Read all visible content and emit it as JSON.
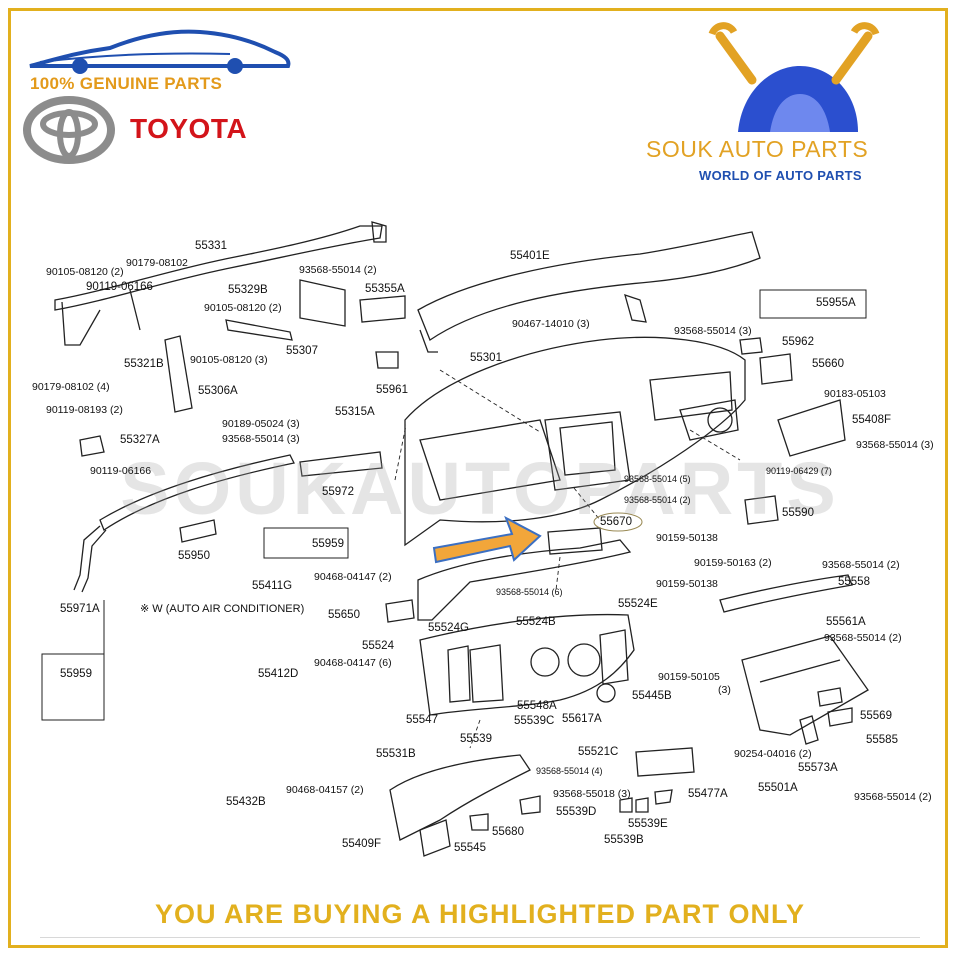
{
  "branding": {
    "genuine_label": "100% GENUINE PARTS",
    "toyota_label": "TOYOTA",
    "shop_name": "SOUK AUTO PARTS",
    "shop_tagline": "WORLD OF AUTO PARTS",
    "watermark": "SOUKAUTOPARTS",
    "footer": "YOU ARE BUYING A HIGHLIGHTED PART ONLY",
    "colors": {
      "gold": "#e2b01e",
      "toyota_red": "#d3141a",
      "shop_blue": "#1f4fb0",
      "arrow_orange": "#f2a63a"
    }
  },
  "diagram": {
    "highlighted_part": "55670",
    "note_label": "※ W (AUTO AIR CONDITIONER)",
    "labels": [
      "55331",
      "90105-08120 (2)",
      "90179-08102",
      "90119-06166",
      "55321B",
      "90179-08102 (4)",
      "90119-08193 (2)",
      "55306A",
      "55329B",
      "93568-55014 (2)",
      "90105-08120 (2)",
      "55307",
      "90105-08120 (3)",
      "55355A",
      "55961",
      "55315A",
      "90189-05024 (3)",
      "93568-55014 (3)",
      "55327A",
      "90119-06166",
      "55972",
      "55950",
      "55959",
      "55971A",
      "55959",
      "55401E",
      "90467-14010 (3)",
      "55301",
      "93568-55014 (3)",
      "55955A",
      "55962",
      "55660",
      "90183-05103",
      "55408F",
      "93568-55014 (3)",
      "90119-06429 (7)",
      "93568-55014 (5)",
      "93568-55014 (2)",
      "55590",
      "55670",
      "90159-50138",
      "90159-50163 (2)",
      "93568-55014 (2)",
      "55558",
      "90159-50138",
      "90468-04147 (2)",
      "55411G",
      "55650",
      "93568-55014 (6)",
      "55524E",
      "55561A",
      "93568-55014 (2)",
      "55524B",
      "55524",
      "55524G",
      "90468-04147 (6)",
      "55412D",
      "90159-50105",
      "(3)",
      "55445B",
      "55548A",
      "55547",
      "55539C",
      "55617A",
      "55539",
      "55569",
      "90254-04016 (2)",
      "55585",
      "55573A",
      "55501A",
      "93568-55014 (2)",
      "55531B",
      "55521C",
      "93568-55014 (4)",
      "90468-04157 (2)",
      "55432B",
      "93568-55018 (3)",
      "55477A",
      "55539D",
      "55539E",
      "55539B",
      "55680",
      "55409F",
      "55545"
    ]
  }
}
